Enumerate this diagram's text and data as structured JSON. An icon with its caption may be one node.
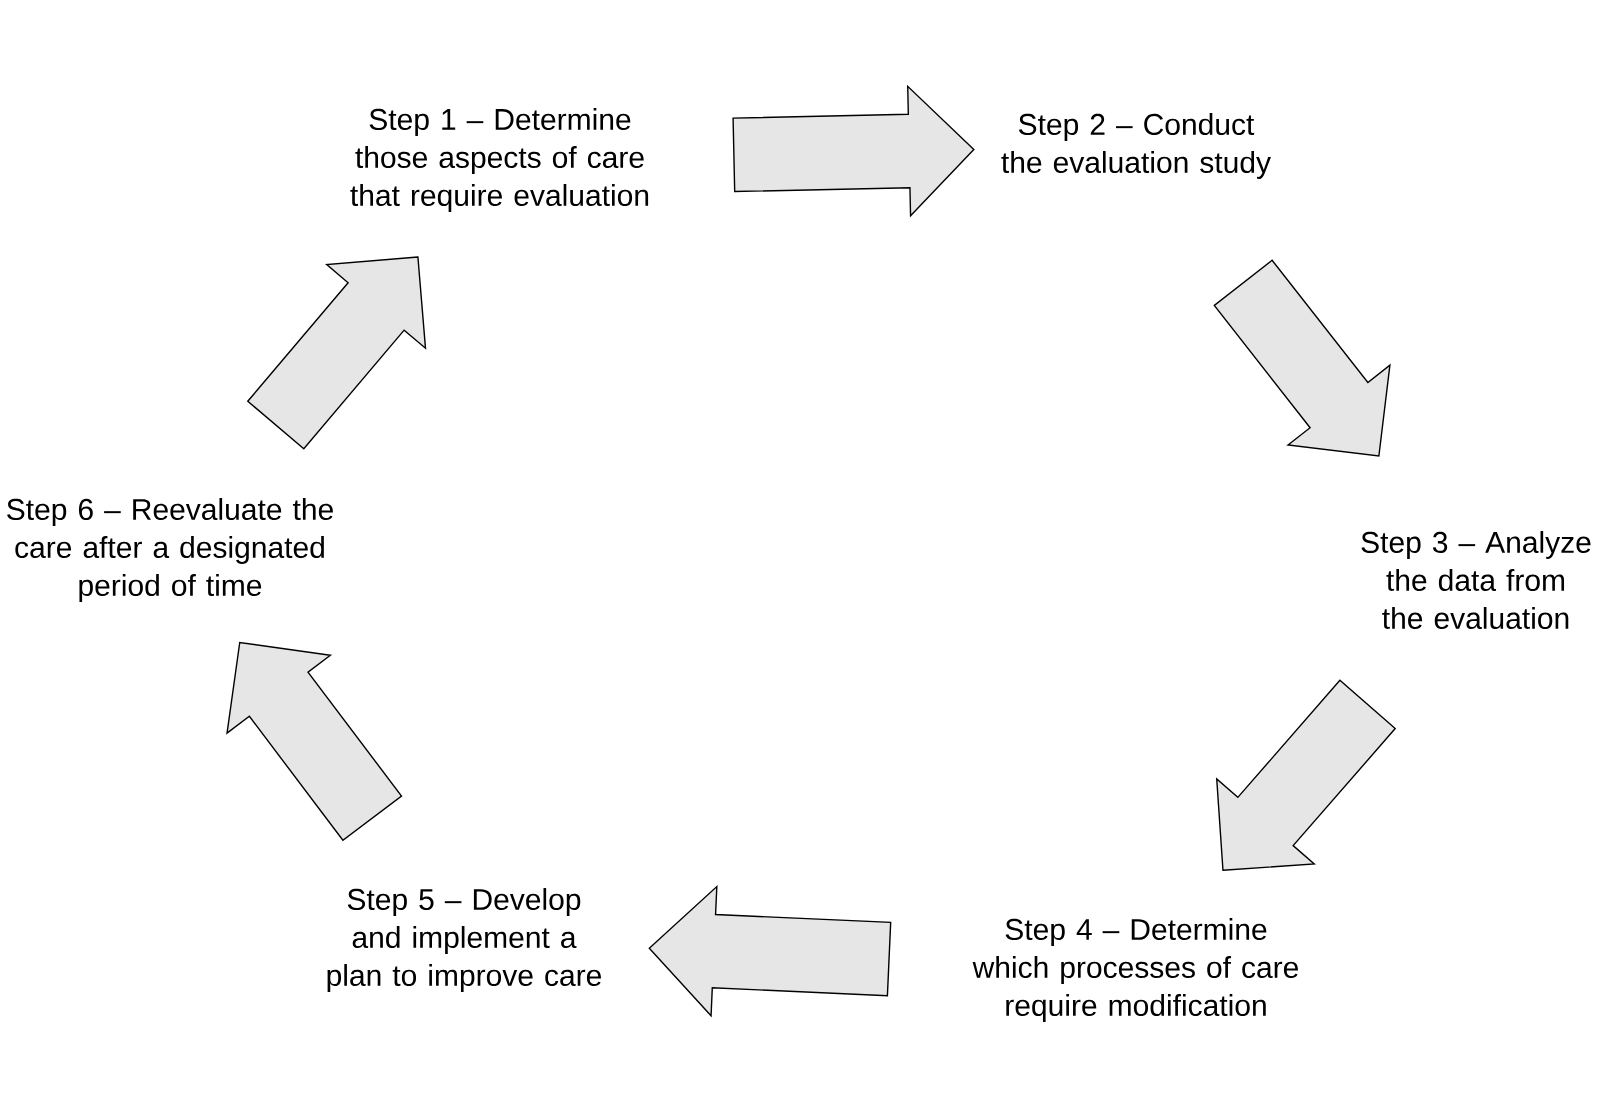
{
  "diagram": {
    "nodes": [
      {
        "text": [
          "Step 1 – Determine those aspects of care that require evaluation"
        ]
      },
      {
        "text": [
          "Step 2 – Conduct the evaluation study"
        ]
      },
      {
        "text": [
          "Step 3 – Analyze the data from the evaluation"
        ]
      },
      {
        "text": [
          "Step 4 – Determine which processes of care require modification"
        ]
      },
      {
        "text": [
          "Step 5 – Develop and implement a plan to improve care"
        ]
      },
      {
        "text": [
          "Step 6 – Reevaluate the care after a designated period of time"
        ]
      }
    ],
    "edges": [
      {
        "from": 0,
        "to": 1,
        "arrow": "to"
      },
      {
        "from": 1,
        "to": 2,
        "arrow": "to"
      },
      {
        "from": 2,
        "to": 3,
        "arrow": "to"
      },
      {
        "from": 3,
        "to": 4,
        "arrow": "to"
      },
      {
        "from": 4,
        "to": 5,
        "arrow": "to"
      },
      {
        "from": 5,
        "to": 0,
        "arrow": "to"
      }
    ]
  }
}
